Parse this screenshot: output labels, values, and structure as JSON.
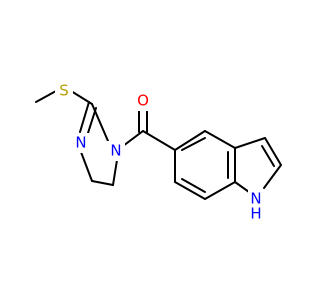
{
  "molecule": {
    "atoms": {
      "S": {
        "label": "S",
        "color": "#B8A000"
      },
      "O": {
        "label": "O",
        "color": "#FF0000"
      },
      "N_imine": {
        "label": "N",
        "color": "#0000FF"
      },
      "N_amide": {
        "label": "N",
        "color": "#0000FF"
      },
      "N_indole": {
        "label": "H N",
        "display": "H\nN",
        "color": "#0000FF"
      }
    },
    "labels": {
      "sulfur": "S",
      "oxygen": "O",
      "imine_nitrogen": "N",
      "amide_nitrogen": "N",
      "indole_nitrogen": "N",
      "indole_hydrogen": "H"
    },
    "colors": {
      "bond": "#000000",
      "sulfur": "#B8A000",
      "oxygen": "#FF0000",
      "nitrogen": "#0000FF"
    }
  }
}
